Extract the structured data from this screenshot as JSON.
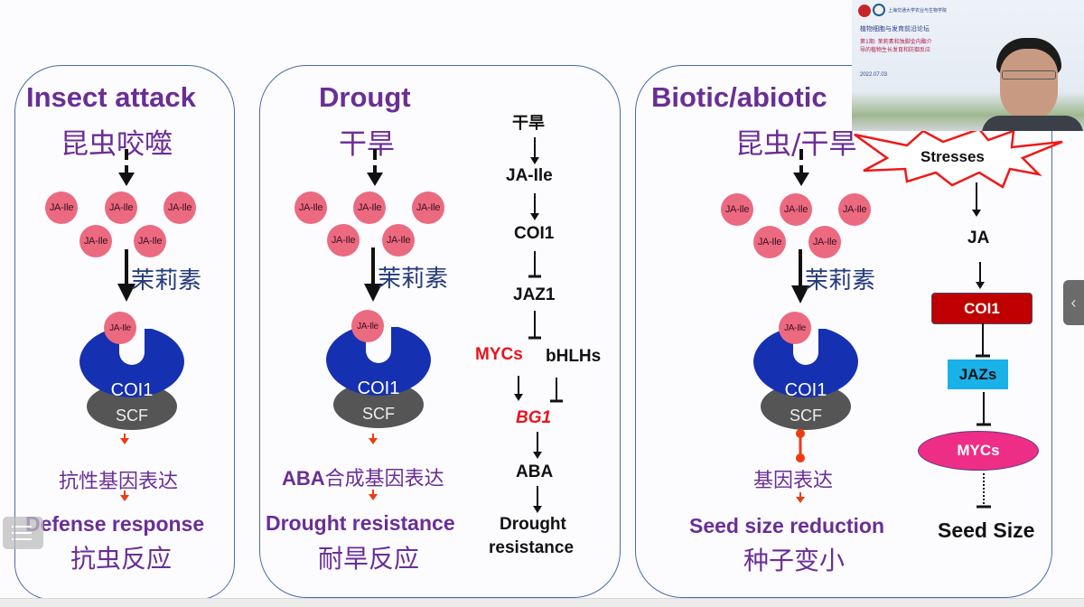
{
  "panel1": {
    "title_en": "Insect attack",
    "title_cn": "昆虫咬噬",
    "molecule": "JA-Ile",
    "jasmonate_cn": "茉莉素",
    "receptor": "COI1",
    "complex": "SCF",
    "gene_expression_cn": "抗性基因表达",
    "outcome_en": "Defense response",
    "outcome_cn": "抗虫反应"
  },
  "panel2": {
    "title_en": "Drougt",
    "title_cn": "干旱",
    "molecule": "JA-Ile",
    "jasmonate_cn": "茉莉素",
    "receptor": "COI1",
    "complex": "SCF",
    "gene_expression_prefix": "ABA",
    "gene_expression_cn": "合成基因表达",
    "outcome_en": "Drought resistance",
    "outcome_cn": "耐旱反应",
    "pathway": {
      "start": "干旱",
      "step1": "JA-Ile",
      "step2": "COI1",
      "step3": "JAZ1",
      "myc": "MYCs",
      "bhlh": "bHLHs",
      "target": "BG1",
      "hormone": "ABA",
      "result_line1": "Drought",
      "result_line2": "resistance"
    }
  },
  "panel3": {
    "title_en": "Biotic/abiotic",
    "title_cn": "昆虫/干旱",
    "molecule": "JA-Ile",
    "jasmonate_cn": "茉莉素",
    "receptor": "COI1",
    "complex": "SCF",
    "gene_expression_cn": "基因表达",
    "outcome_en": "Seed size reduction",
    "outcome_cn": "种子变小",
    "pathway": {
      "stress": "Stresses",
      "ja": "JA",
      "coi1": "COI1",
      "jazs": "JAZs",
      "mycs": "MYCs",
      "result": "Seed Size"
    }
  },
  "webcam": {
    "school": "上海交通大学农业与生物学院",
    "forum_title": "植物细胞与发育前沿论坛",
    "session": "第1期: 茉莉素和独脚金内酯介导的植物生长发育和防御反应",
    "date": "2022.07.03"
  },
  "controls": {
    "side_tab_icon": "‹"
  },
  "colors": {
    "title_purple": "#6a2e96",
    "panel_border": "#4a6aa8",
    "ja_pink": "#ec6a80",
    "coi1_blue": "#1530b0",
    "scf_gray": "#555555",
    "red": "#e8141c",
    "coi1_box": "#c00000",
    "jazs_box": "#1ab0e8",
    "mycs_ellipse": "#ee2d86"
  }
}
